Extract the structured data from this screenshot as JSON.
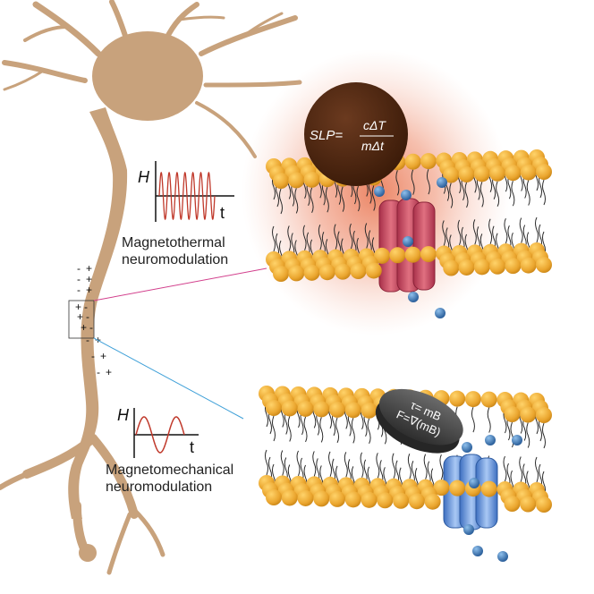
{
  "magnetothermal": {
    "label_line1": "Magnetothermal",
    "label_line2": "neuromodulation",
    "axis_y": "H",
    "axis_x": "t",
    "formula_lhs": "SLP=",
    "formula_num": "cΔT",
    "formula_den": "mΔt"
  },
  "magnetomechanical": {
    "label_line1": "Magnetomechanical",
    "label_line2": "neuromodulation",
    "axis_y": "H",
    "axis_x": "t",
    "torque": "τ= mB",
    "force": "F=∇(mB)"
  },
  "axon_charges": [
    {
      "sign": "-",
      "col": 0
    },
    {
      "sign": "+",
      "col": 1
    },
    {
      "sign": "-",
      "col": 0
    },
    {
      "sign": "+",
      "col": 1
    },
    {
      "sign": "-",
      "col": 0
    },
    {
      "sign": "+",
      "col": 1
    },
    {
      "sign": "+",
      "col": 0
    },
    {
      "sign": "-",
      "col": 1
    },
    {
      "sign": "+",
      "col": 0
    },
    {
      "sign": "-",
      "col": 1
    },
    {
      "sign": "+",
      "col": 0
    },
    {
      "sign": "-",
      "col": 1
    },
    {
      "sign": "-",
      "col": 0
    },
    {
      "sign": "+",
      "col": 1
    },
    {
      "sign": "-",
      "col": 0
    },
    {
      "sign": "+",
      "col": 1
    },
    {
      "sign": "-",
      "col": 0
    },
    {
      "sign": "+",
      "col": 1
    }
  ],
  "colors": {
    "neuron": "#c8a27c",
    "lipid": "#f0b43a",
    "lipid_dark": "#d9921c",
    "channel_red": "#c84a5c",
    "channel_blue": "#6c9ae0",
    "ion": "#3f78b8",
    "nanoparticle": "#4a2512",
    "disc": "#4a4a4a",
    "wave": "#c0392b",
    "pink_line": "#d23f8c",
    "blue_line": "#3fa0d8"
  }
}
